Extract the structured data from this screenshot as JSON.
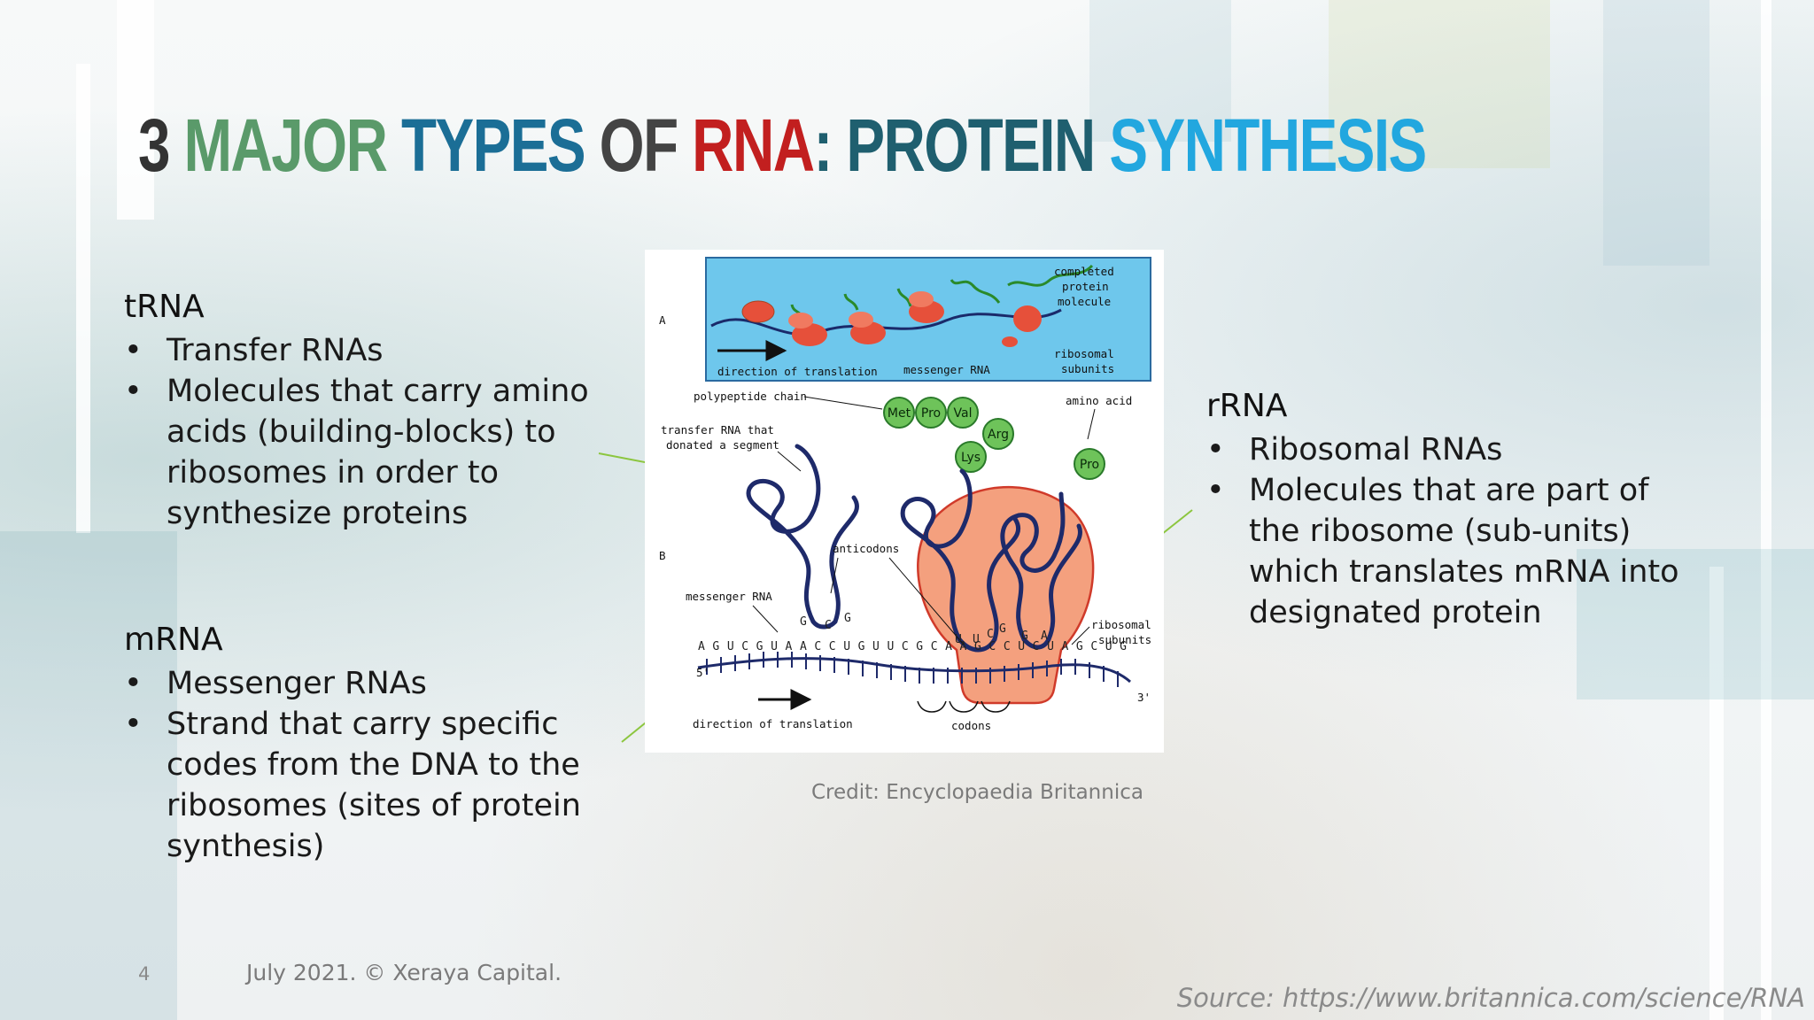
{
  "title": {
    "part1": "3 ",
    "part2": "Major",
    "part3": " Types",
    "part4": " of ",
    "part5": "RNA",
    "part6": ": Protein",
    "part7": " Synthesis"
  },
  "trna": {
    "heading": "tRNA",
    "bullets": [
      "Transfer RNAs",
      "Molecules that carry amino acids (building-blocks) to ribosomes in order to synthesize proteins"
    ]
  },
  "mrna": {
    "heading": "mRNA",
    "bullets": [
      "Messenger RNAs",
      "Strand that carry specific codes from the DNA to the ribosomes (sites of protein synthesis)"
    ]
  },
  "rrna": {
    "heading": "rRNA",
    "bullets": [
      "Ribosomal RNAs",
      "Molecules that are part of the ribosome (sub-units) which translates mRNA into designated protein"
    ]
  },
  "figure": {
    "panel_a_label": "A",
    "panel_b_label": "B",
    "a_completed": [
      "completed",
      "protein",
      "molecule"
    ],
    "a_ribosomal": [
      "ribosomal",
      "subunits"
    ],
    "a_direction": "direction of translation",
    "a_messenger": "messenger RNA",
    "polypeptide_chain": "polypeptide chain",
    "amino_acid": "amino acid",
    "trna_donated": [
      "transfer RNA that",
      "donated a segment"
    ],
    "anticodons": "anticodons",
    "messenger_rna": "messenger RNA",
    "ribosomal_subunits": [
      "ribosomal",
      "subunits"
    ],
    "direction_b": "direction of translation",
    "codons": "codons",
    "five_prime": "5'",
    "three_prime": "3'",
    "amino_acids": [
      "Met",
      "Pro",
      "Val",
      "Arg",
      "Lys",
      "Pro"
    ],
    "anticodon_left": [
      "G",
      "C",
      "G"
    ],
    "anticodon_mid": [
      "U",
      "U",
      "C",
      "G"
    ],
    "anticodon_right": [
      "G",
      "A"
    ],
    "mrna_sequence": "AGUCGUAACCUGUUCGCAAGCCUCUAGCUG"
  },
  "credit": "Credit: Encyclopaedia Britannica",
  "page_number": "4",
  "footer": "July 2021. © Xeraya Capital.",
  "source": "Source: https://www.britannica.com/science/RNA",
  "colors": {
    "accent_green": "#5a9a6a",
    "accent_blue": "#1b6e96",
    "accent_red": "#c21f1f",
    "accent_teal": "#1f5f6f",
    "accent_cyan": "#22a7df",
    "arrow_green": "#8cc63f"
  }
}
